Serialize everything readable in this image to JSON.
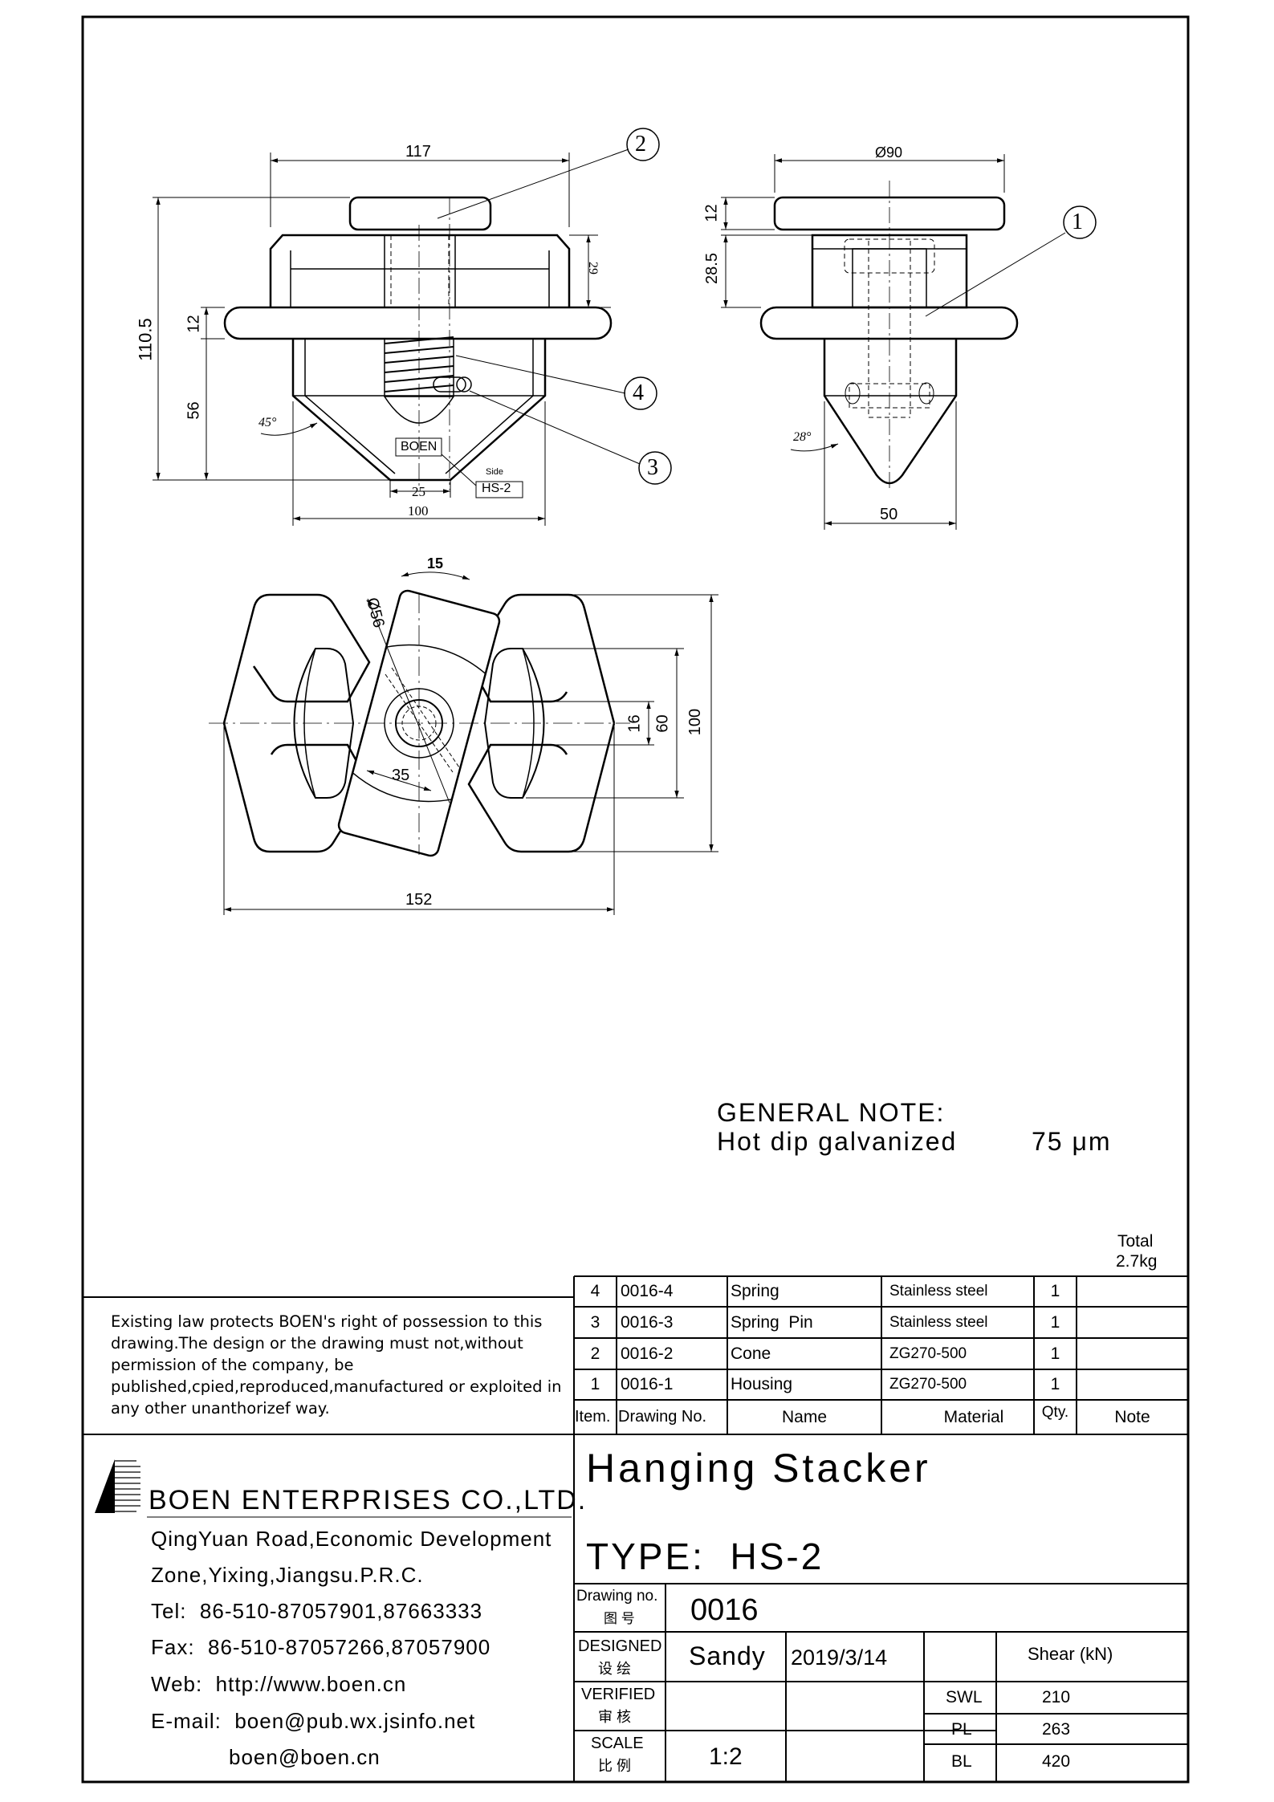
{
  "drawing": {
    "front_view": {
      "dims": {
        "width_top": "117",
        "height_total": "110.5",
        "flange": "12",
        "cone": "56",
        "housing": "29",
        "tip": "25",
        "base": "100",
        "angle": "45°"
      },
      "markings": {
        "logo": "BOEN",
        "side_label": "Side",
        "type_mark": "HS-2"
      }
    },
    "side_view": {
      "dims": {
        "diameter": "Ø90",
        "disc": "12",
        "block": "28.5",
        "width": "50",
        "angle": "28°"
      }
    },
    "top_view": {
      "dims": {
        "angle": "15",
        "diameter": "Ø56",
        "width_35": "35",
        "length": "152",
        "d16": "16",
        "d60": "60",
        "d100": "100"
      }
    },
    "balloons": [
      "1",
      "2",
      "3",
      "4"
    ]
  },
  "general_note": {
    "title": "GENERAL NOTE:",
    "line": "Hot dip galvanized",
    "thickness": "75 μm"
  },
  "total_weight": {
    "label": "Total",
    "value": "2.7kg"
  },
  "parts_table": {
    "rows": [
      {
        "item": "4",
        "drawing_no": "0016-4",
        "name": "Spring",
        "material": "Stainless steel",
        "qty": "1",
        "note": ""
      },
      {
        "item": "3",
        "drawing_no": "0016-3",
        "name": "Spring  Pin",
        "material": "Stainless steel",
        "qty": "1",
        "note": ""
      },
      {
        "item": "2",
        "drawing_no": "0016-2",
        "name": "Cone",
        "material": "ZG270-500",
        "qty": "1",
        "note": ""
      },
      {
        "item": "1",
        "drawing_no": "0016-1",
        "name": "Housing",
        "material": "ZG270-500",
        "qty": "1",
        "note": ""
      }
    ],
    "headers": {
      "item": "Item.",
      "drawing_no": "Drawing No.",
      "name": "Name",
      "material": "Material",
      "qty": "Qty.",
      "note": "Note"
    }
  },
  "copyright_notice": "Existing law protects BOEN's right of possession to this drawing.The design or the  drawing must not,without permission of the company, be published,cpied,reproduced,manufactured or exploited in any other unanthorizef way.",
  "company": {
    "name": "BOEN ENTERPRISES CO.,LTD.",
    "address_1": "QingYuan Road,Economic Development",
    "address_2": "Zone,Yixing,Jiangsu.P.R.C.",
    "tel": "Tel:  86-510-87057901,87663333",
    "fax": "Fax:  86-510-87057266,87057900",
    "web": "Web:  http://www.boen.cn",
    "email_1": "E-mail:  boen@pub.wx.jsinfo.net",
    "email_2": "boen@boen.cn"
  },
  "title_block": {
    "title": "Hanging Stacker",
    "type": "TYPE:  HS-2",
    "drawing_no_label": "Drawing no.",
    "drawing_no_label_cn": "图 号",
    "drawing_no": "0016",
    "designed_label": "DESIGNED",
    "designed_label_cn": "设 绘",
    "designer": "Sandy",
    "date": "2019/3/14",
    "verified_label": "VERIFIED",
    "verified_label_cn": "审 核",
    "scale_label": "SCALE",
    "scale_label_cn": "比 例",
    "scale": "1:2",
    "shear_header": "Shear (kN)",
    "loads": [
      {
        "label": "SWL",
        "value": "210"
      },
      {
        "label": "PL",
        "value": "263"
      },
      {
        "label": "BL",
        "value": "420"
      }
    ]
  }
}
